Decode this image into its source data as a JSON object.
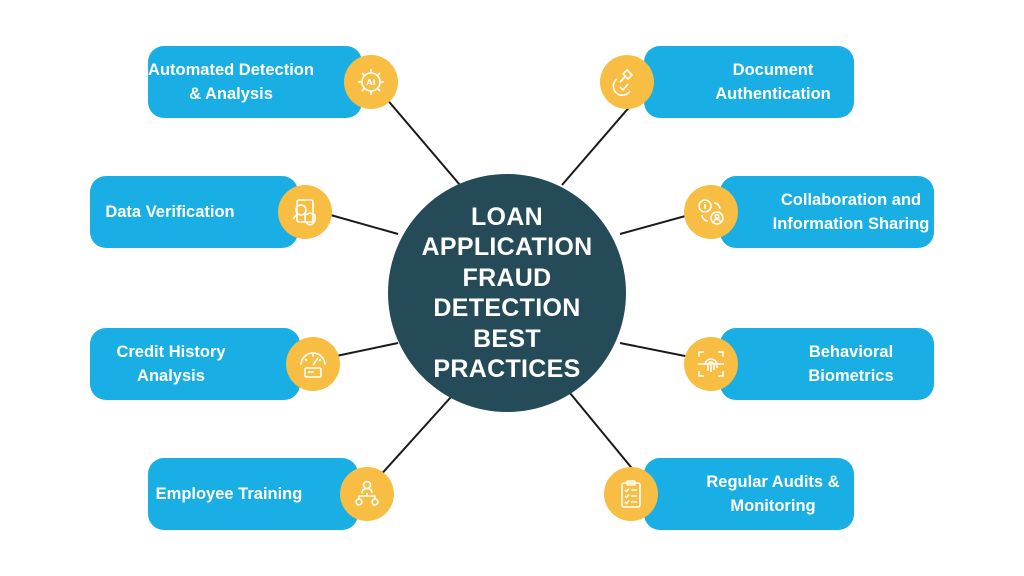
{
  "center": {
    "title_lines": [
      "LOAN",
      "APPLICATION",
      "FRAUD",
      "DETECTION",
      "BEST",
      "PRACTICES"
    ]
  },
  "colors": {
    "center": "#254a58",
    "pill": "#19aee4",
    "icon_circle": "#f7be43",
    "connector": "#1a1a1a",
    "text": "#ffffff"
  },
  "left_items": [
    {
      "lines": [
        "Automated Detection",
        "& Analysis"
      ],
      "icon": "ai-gear-icon"
    },
    {
      "lines": [
        "Data Verification"
      ],
      "icon": "document-magnifier-shield-icon"
    },
    {
      "lines": [
        "Credit History",
        "Analysis"
      ],
      "icon": "credit-score-gauge-icon"
    },
    {
      "lines": [
        "Employee Training"
      ],
      "icon": "team-hierarchy-icon"
    }
  ],
  "right_items": [
    {
      "lines": [
        "Document",
        "Authentication"
      ],
      "icon": "stamp-check-icon"
    },
    {
      "lines": [
        "Collaboration and",
        "Information Sharing"
      ],
      "icon": "information-exchange-icon"
    },
    {
      "lines": [
        "Behavioral",
        "Biometrics"
      ],
      "icon": "fingerprint-scan-icon"
    },
    {
      "lines": [
        "Regular Audits &",
        "Monitoring"
      ],
      "icon": "audit-checklist-icon"
    }
  ]
}
